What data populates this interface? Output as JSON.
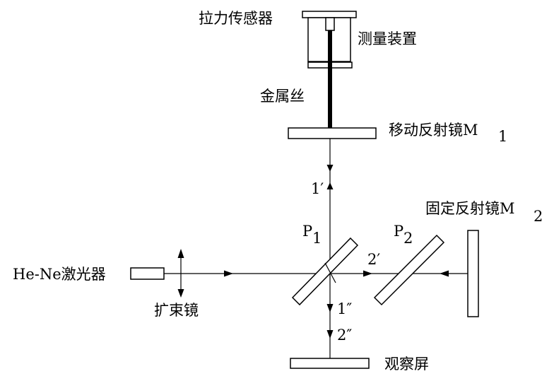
{
  "labels": {
    "force_sensor": "拉力传感器",
    "measuring_device": "测量装置",
    "metal_wire": "金属丝",
    "movable_mirror": "移动反射镜M",
    "movable_mirror_sub": "1",
    "fixed_mirror": "固定反射镜M",
    "fixed_mirror_sub": "2",
    "laser": "He-Ne激光器",
    "beam_expander": "扩束镜",
    "plate1": "P",
    "plate1_sub": "1",
    "plate2": "P",
    "plate2_sub": "2",
    "beam_1prime": "1′",
    "beam_2prime": "2′",
    "beam_1dprime": "1″",
    "beam_2dprime": "2″",
    "screen": "观察屏"
  },
  "colors": {
    "line": "#000000",
    "background": "#ffffff"
  }
}
